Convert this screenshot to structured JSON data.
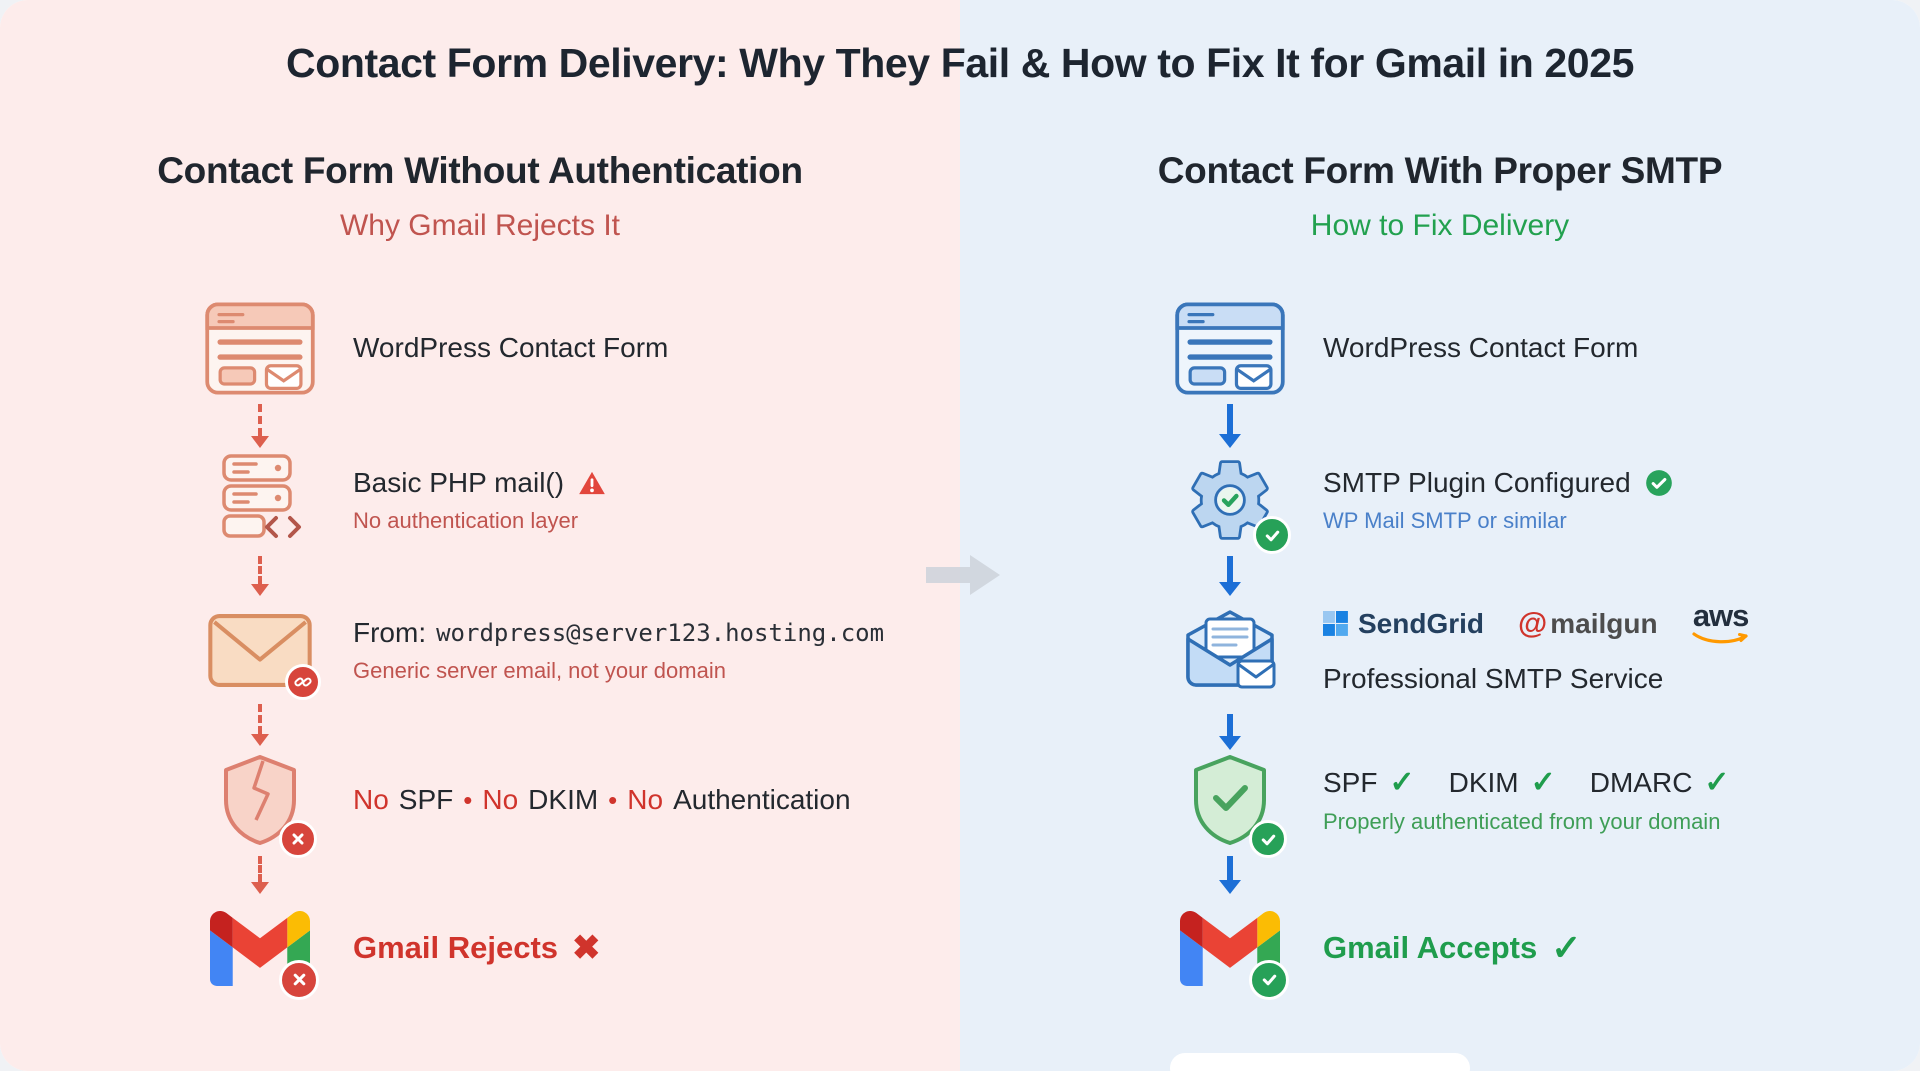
{
  "title": "Contact Form Delivery: Why They Fail & How to Fix It for Gmail in 2025",
  "left_panel": {
    "heading": "Contact Form Without Authentication",
    "subheading": "Why Gmail Rejects It",
    "steps": [
      {
        "label": "WordPress Contact Form"
      },
      {
        "label": "Basic PHP mail()",
        "subtext": "No authentication layer"
      },
      {
        "prefix": "From:",
        "email": "wordpress@server123.hosting.com",
        "subtext": "Generic server email, not your domain"
      },
      {
        "parts": {
          "no1": "No",
          "spf": "SPF",
          "dot1": "•",
          "no2": "No",
          "dkim": "DKIM",
          "dot2": "•",
          "no3": "No",
          "auth": "Authentication"
        }
      },
      {
        "label": "Gmail Rejects",
        "mark": "✖"
      }
    ]
  },
  "right_panel": {
    "heading": "Contact Form With Proper SMTP",
    "subheading": "How to Fix Delivery",
    "steps": [
      {
        "label": "WordPress Contact Form"
      },
      {
        "label": "SMTP Plugin Configured",
        "subtext": "WP Mail SMTP or similar"
      },
      {
        "label": "Professional SMTP Service",
        "logos": {
          "sendgrid": "SendGrid",
          "mailgun_at": "@",
          "mailgun": "mailgun",
          "aws": "aws"
        }
      },
      {
        "names": {
          "spf": "SPF",
          "dkim": "DKIM",
          "dmarc": "DMARC"
        },
        "check": "✓",
        "subtext": "Properly authenticated from your domain"
      },
      {
        "label": "Gmail Accepts",
        "mark": "✓"
      }
    ]
  },
  "colors": {
    "left_background": "#fdeceb",
    "right_background": "#e8f0f9",
    "fail_red": "#d0342c",
    "fail_soft_red": "#c0544f",
    "success_green": "#1f9d4d",
    "flow_blue": "#1c6fd6",
    "dashed_arrow_red": "#dd5f4e",
    "gmail_blue": "#4285f4",
    "gmail_red": "#ea4335",
    "gmail_green": "#34a853",
    "gmail_yellow": "#fbbc04"
  }
}
